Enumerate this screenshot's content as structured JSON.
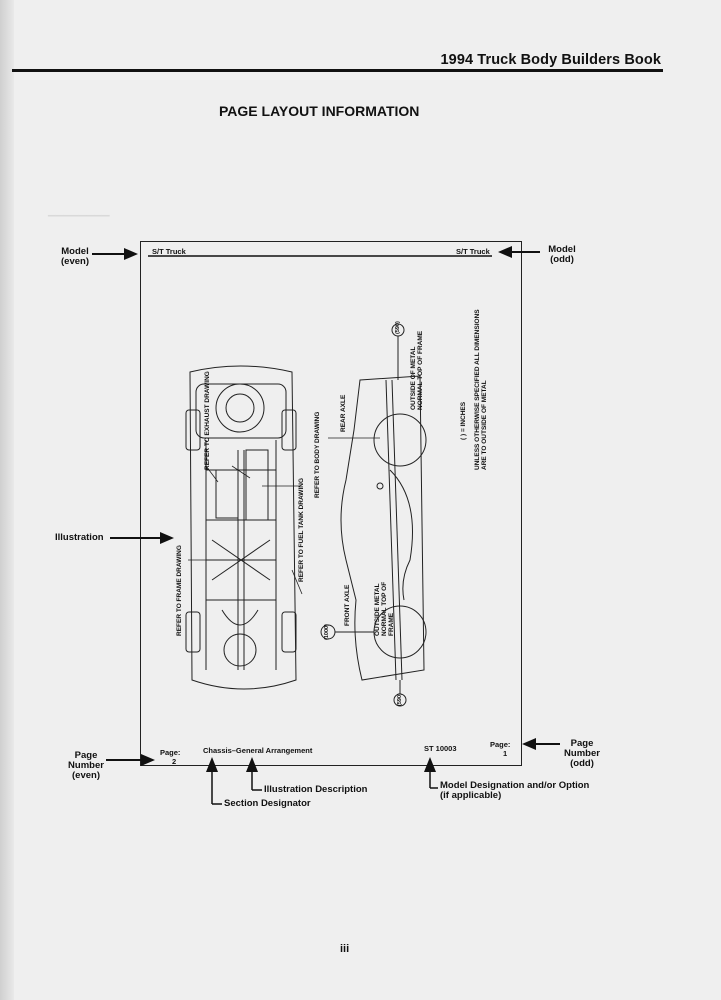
{
  "header": {
    "book_title": "1994 Truck Body Builders Book"
  },
  "page": {
    "title": "PAGE LAYOUT INFORMATION",
    "number": "iii"
  },
  "frame": {
    "model_left": "S/T Truck",
    "model_right": "S/T Truck",
    "page_left_label": "Page:",
    "page_left_num": "2",
    "section_desc": "Chassis–General Arrangement",
    "designation": "ST 10003",
    "page_right_label": "Page:",
    "page_right_num": "1"
  },
  "callouts": {
    "model_even": [
      "Model",
      "(even)"
    ],
    "model_odd": [
      "Model",
      "(odd)"
    ],
    "illustration": "Illustration",
    "page_even": [
      "Page",
      "Number",
      "(even)"
    ],
    "page_odd": [
      "Page",
      "Number",
      "(odd)"
    ],
    "illustration_description": "Illustration Description",
    "section_designator": "Section Designator",
    "model_designation": [
      "Model Designation and/or Option",
      "(if applicable)"
    ]
  },
  "drawing": {
    "exhaust": "REFER TO EXHAUST DRAWING",
    "fuel_tank": "REFER TO FUEL TANK DRAWING",
    "body": "REFER TO BODY DRAWING",
    "frame": "REFER TO FRAME DRAWING",
    "rear_axle": "REAR AXLE",
    "front_axle": "FRONT AXLE",
    "outside_metal_top": "OUTSIDE OF METAL NORMAL TOP OF FRAME",
    "outside_metal_front": "OUTSIDE METAL NORMAL TOP OF FRAME",
    "inches": "( ) = INCHES",
    "unless": "UNLESS OTHERWISE SPECIFIED ALL DIMENSIONS ARE TO OUTSIDE OF METAL",
    "dim_top": "(590)",
    "dim_mid": "(1000)",
    "dim_bottom": "(590)"
  }
}
